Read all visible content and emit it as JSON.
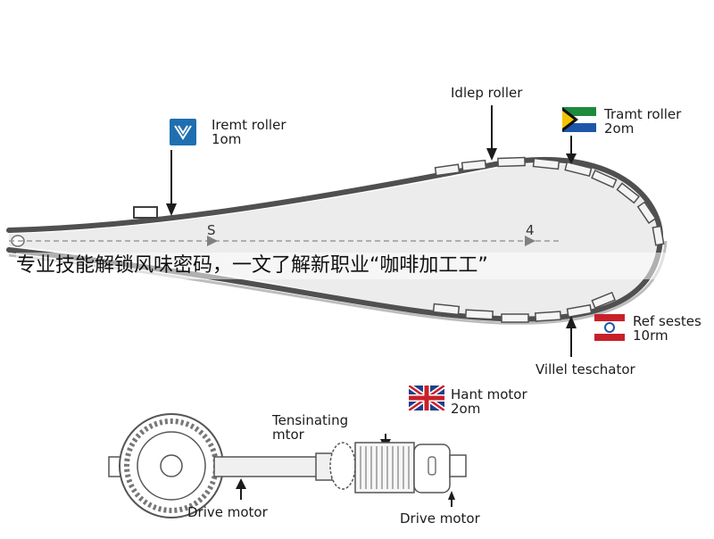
{
  "labels": {
    "idle_roller": "Idlep roller",
    "tramt_left_l1": "Iremt roller",
    "tramt_left_l2": "1om",
    "tramt_right_l1": "Tramt roller",
    "tramt_right_l2": "2om",
    "ref_l1": "Ref sestes",
    "ref_l2": "10rm",
    "villel": "Villel teschator",
    "hant_l1": "Hant motor",
    "hant_l2": "2om",
    "tensinating_l1": "Tensinating",
    "tensinating_l2": "mtor",
    "drive_left": "Drive motor",
    "drive_right": "Drive motor",
    "marker_s": "S",
    "marker_4": "4"
  },
  "caption": "专业技能解锁风味密码，一文了解新职业“咖啡加工工”",
  "colors": {
    "belt": "#4a4a4a",
    "belt_inner": "#e6e6e6",
    "blue_sign": "#1f6fb0",
    "red": "#c8202a",
    "green": "#1e8a3c",
    "yellow": "#f2c500"
  }
}
